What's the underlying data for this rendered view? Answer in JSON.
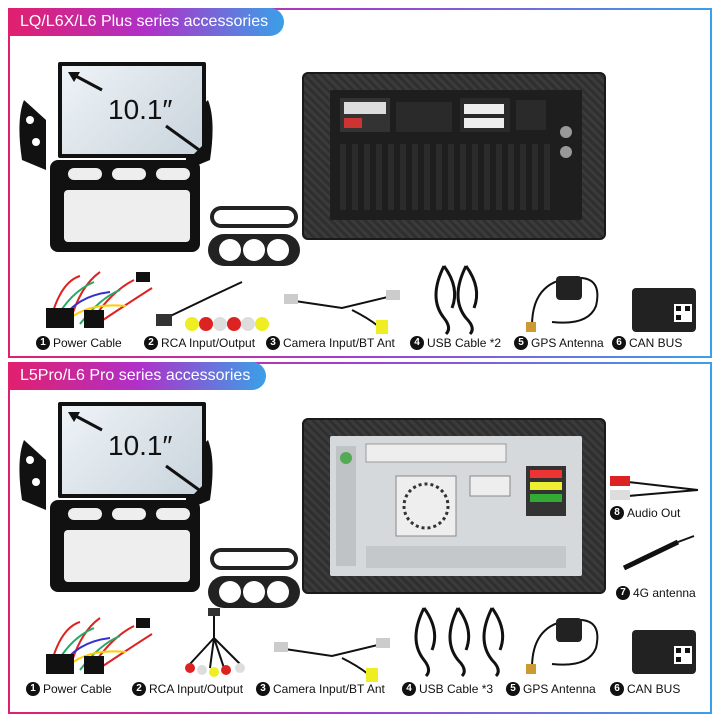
{
  "sections": [
    {
      "title": "LQ/L6X/L6 Plus series accessories",
      "screen_size": "10.1″",
      "accessories": [
        {
          "num": "1",
          "label": "Power Cable",
          "icon": "power-cable-icon"
        },
        {
          "num": "2",
          "label": "RCA Input/Output",
          "icon": "rca-cable-icon"
        },
        {
          "num": "3",
          "label": "Camera Input/BT Ant",
          "icon": "camera-cable-icon"
        },
        {
          "num": "4",
          "label": "USB Cable *2",
          "icon": "usb-cable-icon"
        },
        {
          "num": "5",
          "label": "GPS Antenna",
          "icon": "gps-antenna-icon"
        },
        {
          "num": "6",
          "label": "CAN BUS",
          "icon": "canbus-box-icon"
        }
      ]
    },
    {
      "title": "L5Pro/L6 Pro series accessories",
      "screen_size": "10.1″",
      "accessories": [
        {
          "num": "1",
          "label": "Power Cable",
          "icon": "power-cable-icon"
        },
        {
          "num": "2",
          "label": "RCA Input/Output",
          "icon": "rca-cable-icon"
        },
        {
          "num": "3",
          "label": "Camera Input/BT Ant",
          "icon": "camera-cable-icon"
        },
        {
          "num": "4",
          "label": "USB Cable *3",
          "icon": "usb-cable-icon"
        },
        {
          "num": "5",
          "label": "GPS Antenna",
          "icon": "gps-antenna-icon"
        },
        {
          "num": "6",
          "label": "CAN BUS",
          "icon": "canbus-box-icon"
        },
        {
          "num": "7",
          "label": "4G antenna",
          "icon": "4g-antenna-icon"
        },
        {
          "num": "8",
          "label": "Audio Out",
          "icon": "audio-out-cable-icon"
        }
      ]
    }
  ]
}
